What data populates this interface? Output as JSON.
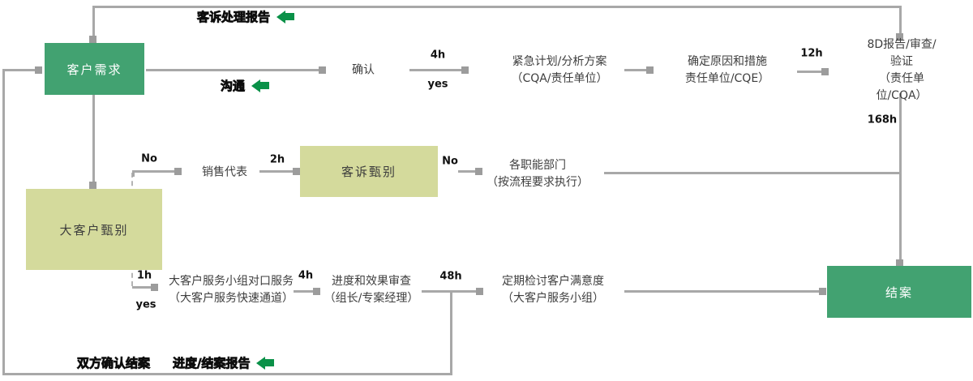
{
  "colors": {
    "box_dark_green": "#42a271",
    "box_light_green": "#d4da9c",
    "line_gray": "#a8a8a8",
    "arrow_green": "#0a9148"
  },
  "nodes": {
    "customer_need": {
      "label": "客户需求"
    },
    "confirm": {
      "label": "确认"
    },
    "urgent_plan": {
      "label": "紧急计划/分析方案\n（CQA/责任单位）"
    },
    "root_cause": {
      "label": "确定原因和措施\n责任单位/CQE）"
    },
    "report_8d": {
      "label": "8D报告/审查/验证\n（责任单位/CQA）"
    },
    "key_account_screening": {
      "label": "大客户甄别"
    },
    "sales_rep": {
      "label": "销售代表"
    },
    "complaint_screening": {
      "label": "客诉甄别"
    },
    "functional_depts": {
      "label": "各职能部门\n（按流程要求执行）"
    },
    "key_account_service": {
      "label": "大客户服务小组对口服务\n（大客户服务快速通道）"
    },
    "progress_review": {
      "label": "进度和效果审查\n（组长/专案经理）"
    },
    "satisfaction_review": {
      "label": "定期检讨客户满意度\n（大客户服务小组）"
    },
    "close_case": {
      "label": "结案"
    }
  },
  "edge_labels": {
    "h4_top": "4h",
    "yes_top": "yes",
    "h12": "12h",
    "h168": "168h",
    "no_1": "No",
    "h2": "2h",
    "no_2": "No",
    "h1": "1h",
    "yes_bottom": "yes",
    "h4_bottom": "4h",
    "h48": "48h"
  },
  "annotations": {
    "complaint_report": "客诉处理报告",
    "communication": "沟通",
    "mutual_confirmation": "双方确认结案",
    "progress_report": "进度/结案报告"
  }
}
